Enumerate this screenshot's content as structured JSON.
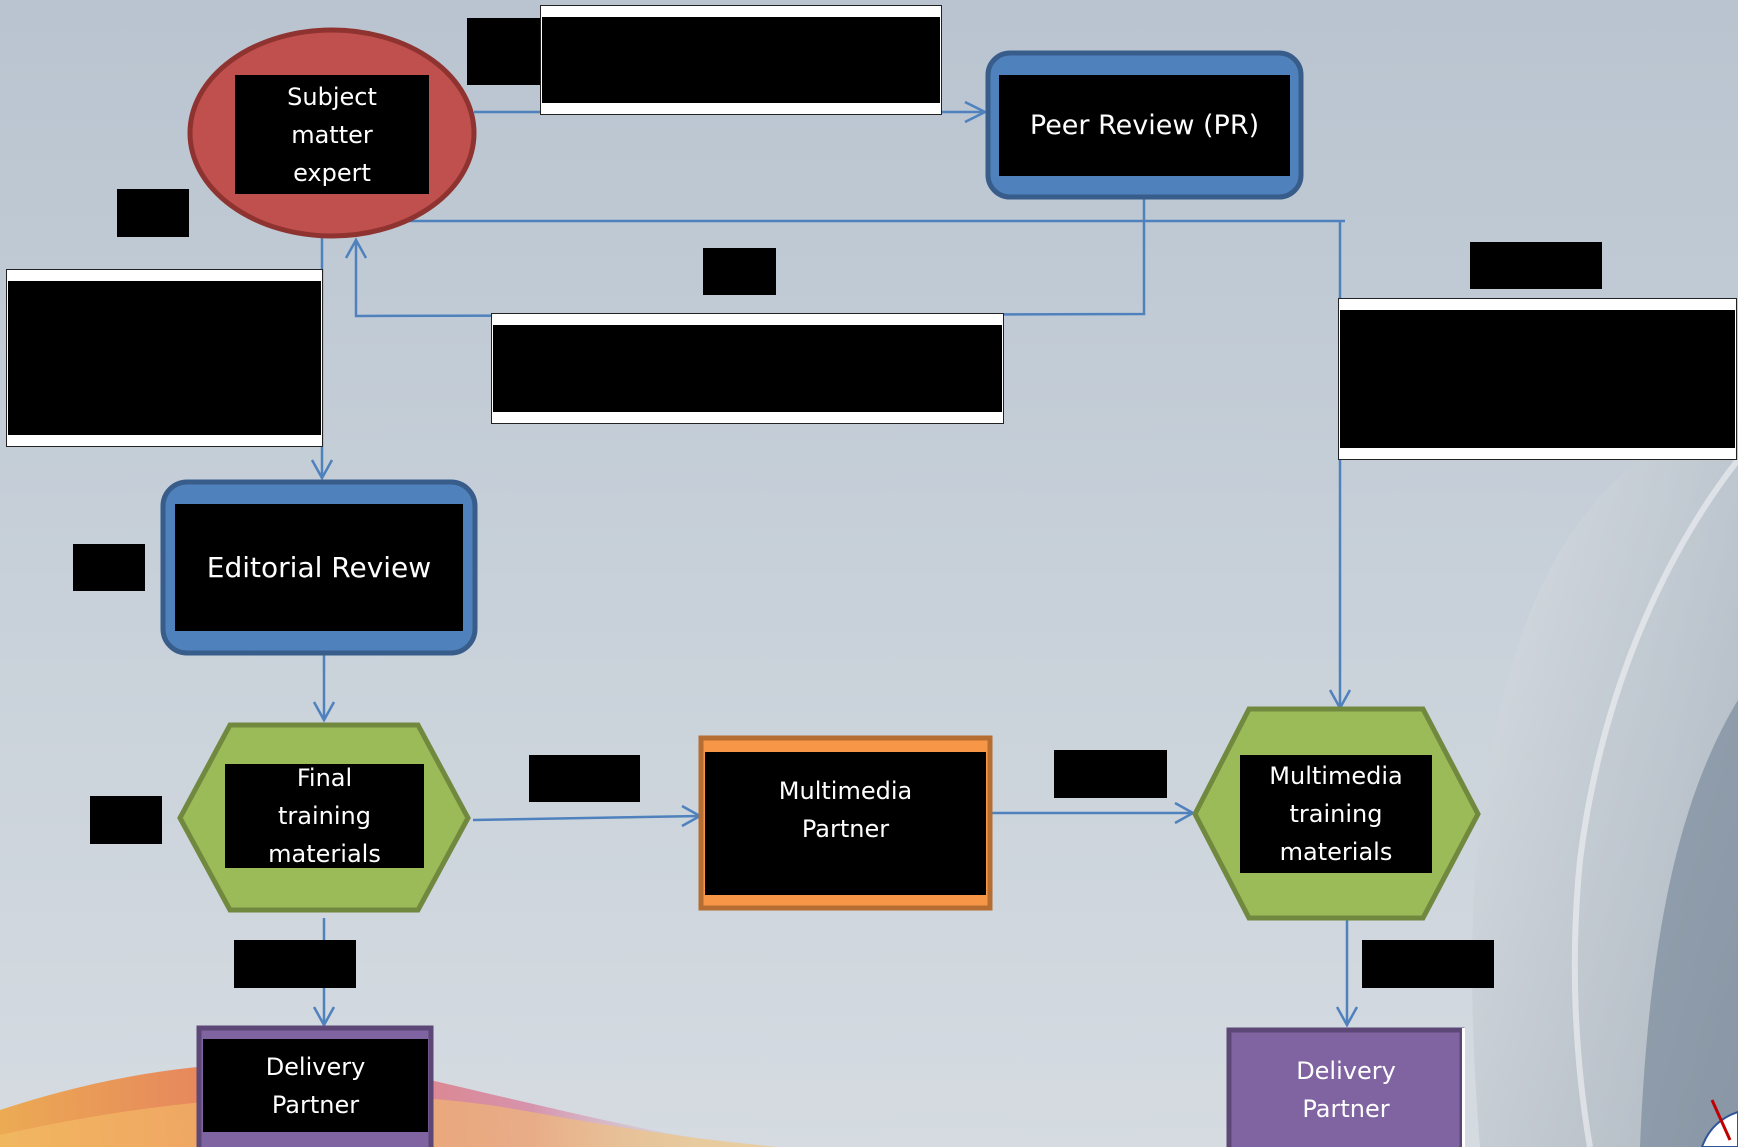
{
  "nodes": {
    "sme": {
      "label": "Subject matter expert",
      "lines": [
        "Subject",
        "matter",
        "expert"
      ],
      "shape": "ellipse",
      "fill": "#c0504d",
      "border": "#8f3331"
    },
    "peer_review": {
      "label": "Peer Review (PR)",
      "shape": "rounded-rect",
      "fill": "#4f81bd",
      "border": "#385d8a"
    },
    "editorial_review": {
      "label": "Editorial Review",
      "shape": "rounded-rect",
      "fill": "#4f81bd",
      "border": "#385d8a"
    },
    "final_materials": {
      "lines": [
        "Final",
        "training",
        "materials"
      ],
      "shape": "hexagon",
      "fill": "#9bbb59",
      "border": "#71893f"
    },
    "multimedia_partner": {
      "lines": [
        "Multimedia",
        "Partner"
      ],
      "shape": "rect",
      "fill": "#f79646",
      "border": "#b66d31"
    },
    "multimedia_materials": {
      "lines": [
        "Multimedia",
        "training",
        "materials"
      ],
      "shape": "hexagon",
      "fill": "#9bbb59",
      "border": "#71893f"
    },
    "delivery_left": {
      "lines": [
        "Delivery",
        "Partner"
      ],
      "shape": "rect",
      "fill": "#8064a2",
      "border": "#5c4776"
    },
    "delivery_right": {
      "lines": [
        "Delivery",
        "Partner"
      ],
      "shape": "rect",
      "fill": "#8064a2",
      "border": "#5c4776"
    }
  },
  "colors": {
    "connector": "#4f81bd",
    "redaction": "#000000"
  }
}
